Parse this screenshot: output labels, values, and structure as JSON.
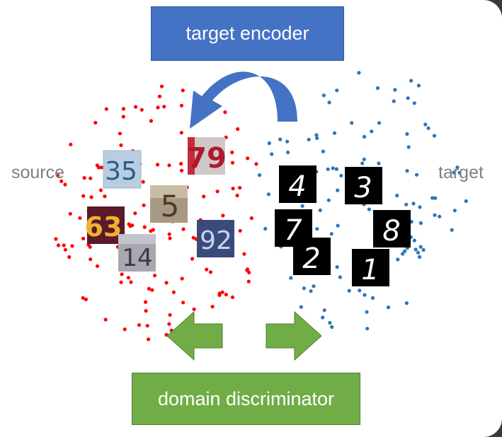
{
  "diagram": {
    "encoder_label": "target encoder",
    "discriminator_label": "domain discriminator",
    "source_label": "source",
    "target_label": "target"
  },
  "colors": {
    "encoder_fill": "#4472c4",
    "discriminator_fill": "#70ad47",
    "source_dots": "#ff0000",
    "target_dots": "#2e75b6",
    "label_text": "#7f7f7f"
  },
  "source_samples": [
    {
      "digits": "35",
      "name": "svhn-digit-35"
    },
    {
      "digits": "79",
      "name": "svhn-digit-79"
    },
    {
      "digits": "5",
      "name": "svhn-digit-5"
    },
    {
      "digits": "63",
      "name": "svhn-digit-63"
    },
    {
      "digits": "92",
      "name": "svhn-digit-92"
    },
    {
      "digits": "14",
      "name": "svhn-digit-14"
    }
  ],
  "target_samples": [
    {
      "digits": "4",
      "name": "mnist-digit-4"
    },
    {
      "digits": "3",
      "name": "mnist-digit-3"
    },
    {
      "digits": "7",
      "name": "mnist-digit-7"
    },
    {
      "digits": "8",
      "name": "mnist-digit-8"
    },
    {
      "digits": "2",
      "name": "mnist-digit-2"
    },
    {
      "digits": "1",
      "name": "mnist-digit-1"
    }
  ]
}
